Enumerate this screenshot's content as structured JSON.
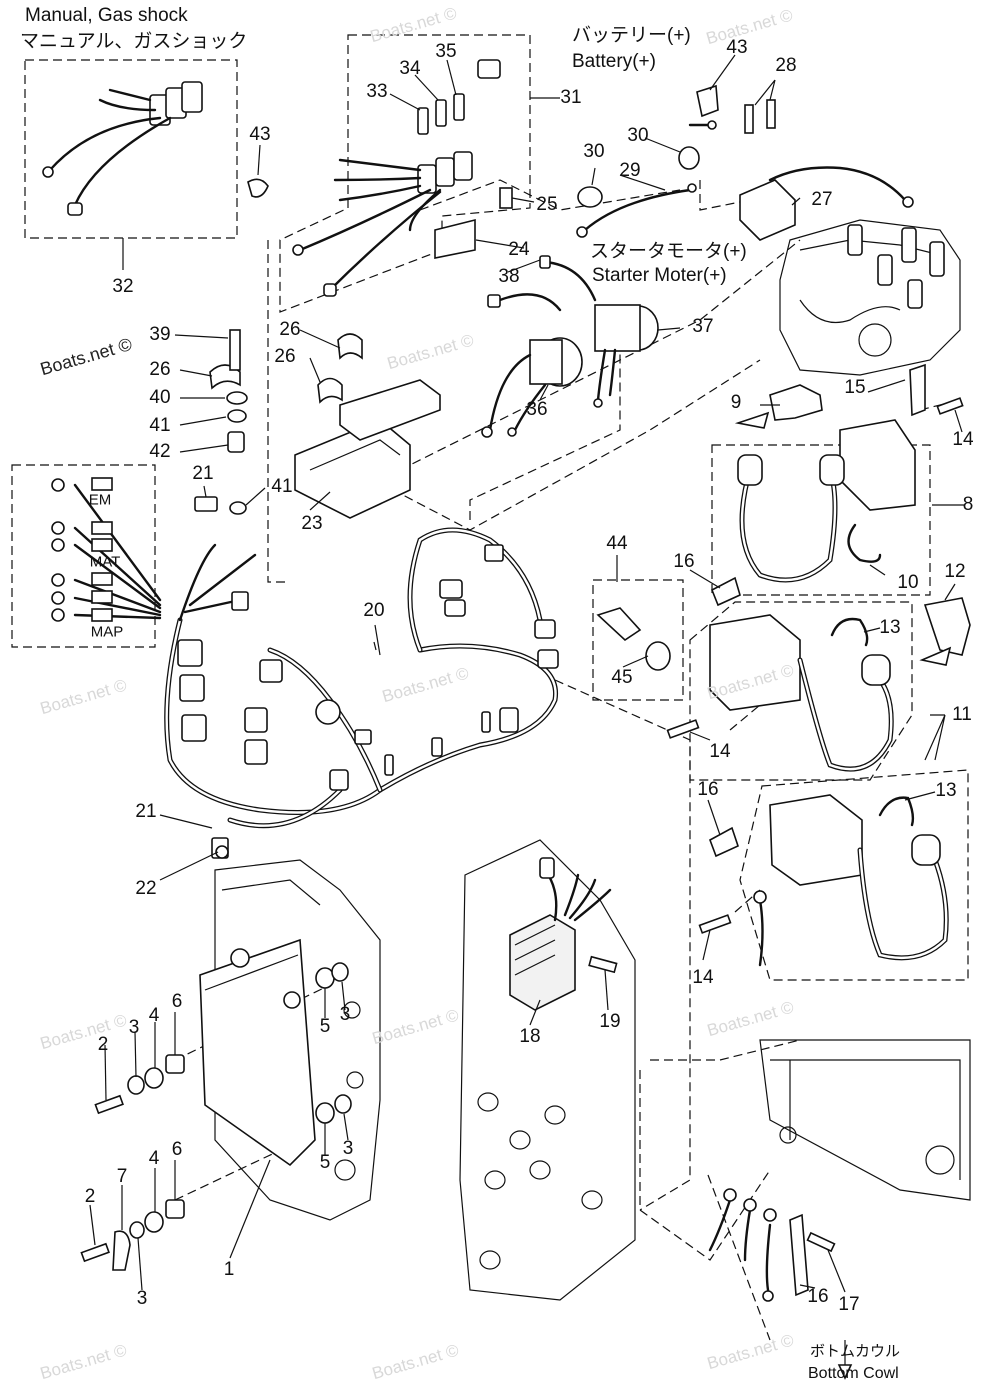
{
  "captions": {
    "manual_gas_shock_en": "Manual, Gas shock",
    "manual_gas_shock_jp": "マニュアル、ガスショック",
    "battery_jp": "バッテリー(+)",
    "battery_en": "Battery(+)",
    "starter_motor_jp": "スタータモータ(+)",
    "starter_motor_en": "Starter Moter(+)",
    "bottom_cowl_jp": "ボトムカウル",
    "bottom_cowl_en": "Bottom Cowl"
  },
  "connector_labels": {
    "em": "EM",
    "mat": "MAT",
    "map": "MAP"
  },
  "watermark": "Boats.net ©",
  "part_numbers": {
    "p1": "1",
    "p2a": "2",
    "p2b": "2",
    "p3a": "3",
    "p3b": "3",
    "p3c": "3",
    "p3d": "3",
    "p4a": "4",
    "p4b": "4",
    "p5a": "5",
    "p5b": "5",
    "p6a": "6",
    "p6b": "6",
    "p7": "7",
    "p8": "8",
    "p9": "9",
    "p10": "10",
    "p11": "11",
    "p12": "12",
    "p13a": "13",
    "p13b": "13",
    "p14a": "14",
    "p14b": "14",
    "p14c": "14",
    "p15": "15",
    "p16a": "16",
    "p16b": "16",
    "p16c": "16",
    "p17": "17",
    "p18": "18",
    "p19": "19",
    "p20": "20",
    "p21a": "21",
    "p21b": "21",
    "p22": "22",
    "p23": "23",
    "p24": "24",
    "p25": "25",
    "p26a": "26",
    "p26b": "26",
    "p27": "27",
    "p28": "28",
    "p29": "29",
    "p30a": "30",
    "p30b": "30",
    "p31": "31",
    "p32": "32",
    "p33": "33",
    "p34": "34",
    "p35": "35",
    "p36": "36",
    "p37": "37",
    "p38": "38",
    "p39": "39",
    "p40": "40",
    "p41a": "41",
    "p41b": "41",
    "p42": "42",
    "p43a": "43",
    "p43b": "43",
    "p44": "44",
    "p45": "45"
  }
}
